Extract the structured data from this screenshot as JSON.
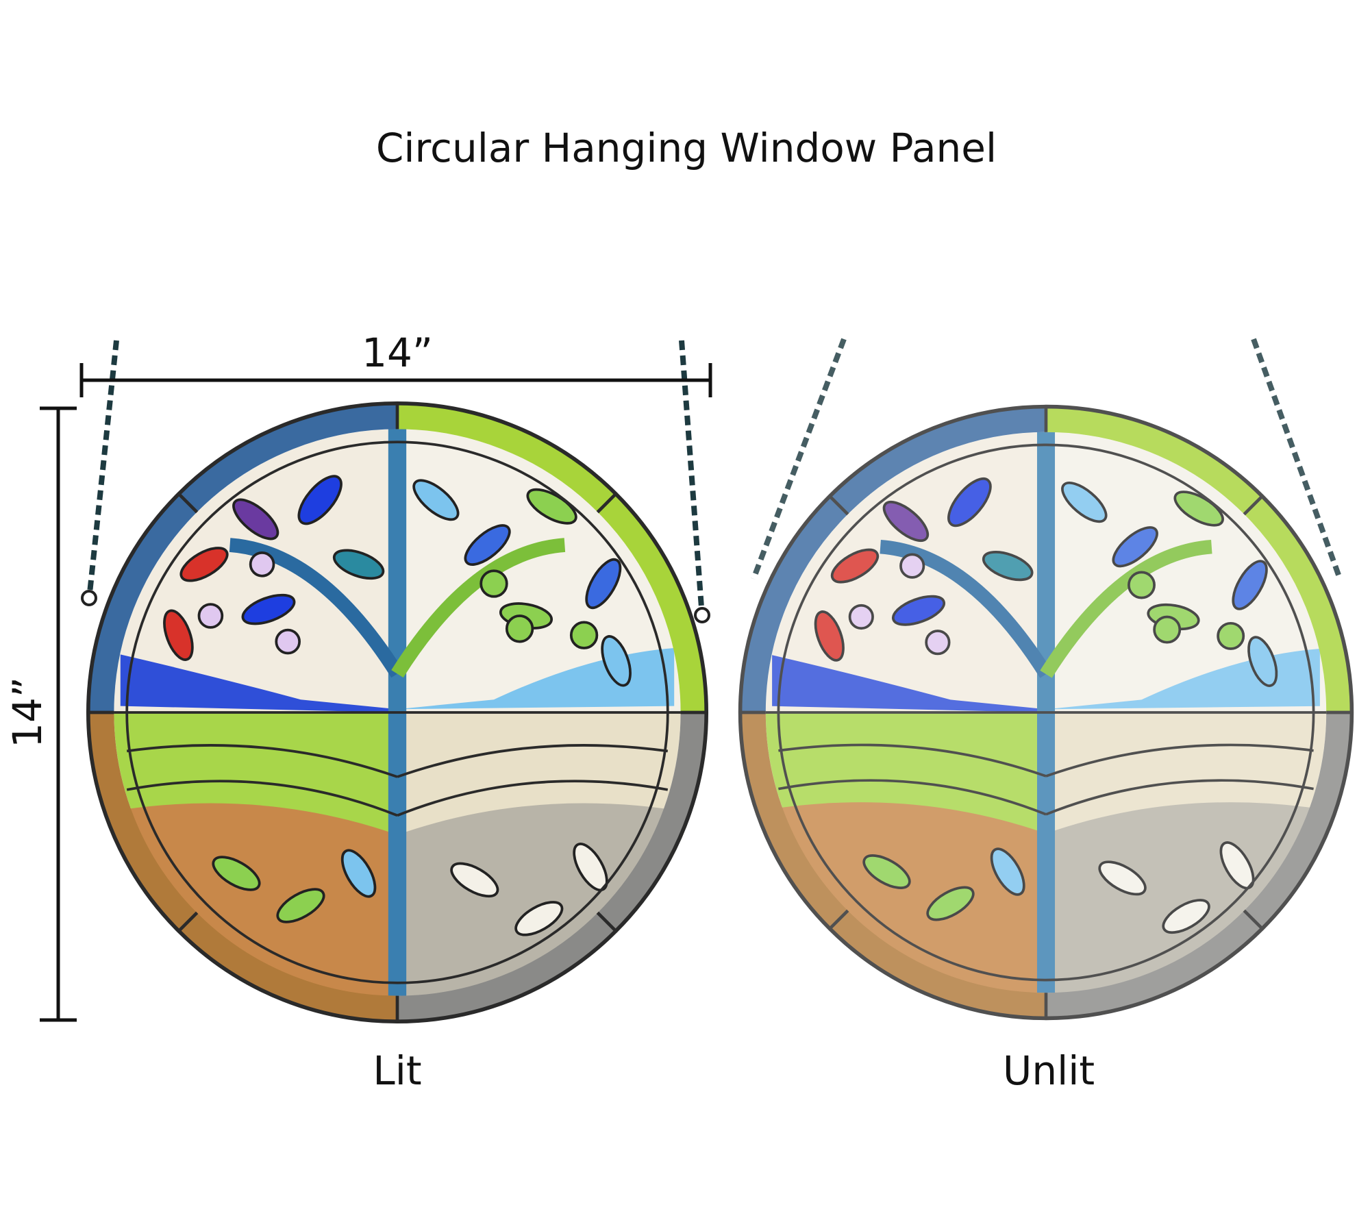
{
  "title": "Circular Hanging Window Panel",
  "dimensions": {
    "width": "14”",
    "height": "14”"
  },
  "panels": [
    {
      "label": "Lit"
    },
    {
      "label": "Unlit"
    }
  ],
  "colors": {
    "lead": "#2a2a2a",
    "sky_blue": "#2f5fd0",
    "spring_green": "#9ccc3a",
    "autumn_orange": "#c98a3f",
    "winter_grey": "#9a9a9a"
  }
}
